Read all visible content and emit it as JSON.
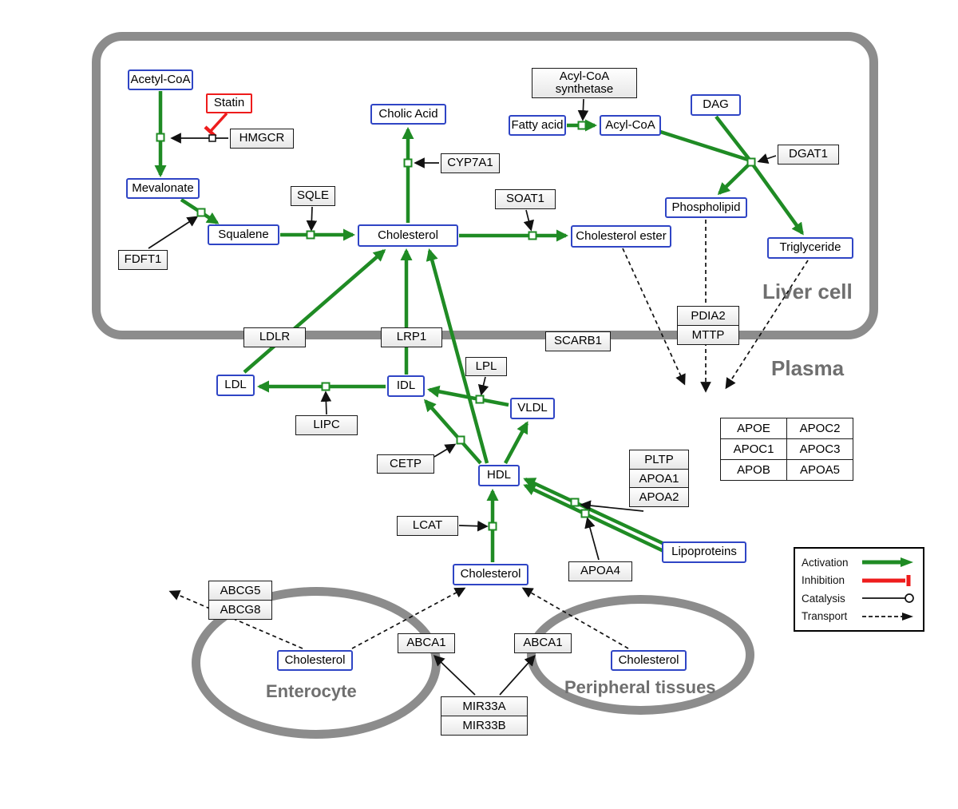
{
  "regions": {
    "liver": "Liver cell",
    "plasma": "Plasma",
    "enterocyte": "Enterocyte",
    "peripheral": "Peripheral tissues"
  },
  "metabolites": {
    "acetyl_coa": "Acetyl-CoA",
    "mevalonate": "Mevalonate",
    "squalene": "Squalene",
    "cholesterol_liver": "Cholesterol",
    "cholic_acid": "Cholic Acid",
    "cholesterol_ester": "Cholesterol ester",
    "fatty_acid": "Fatty acid",
    "acyl_coa": "Acyl-CoA",
    "dag": "DAG",
    "phospholipid": "Phospholipid",
    "triglyceride": "Triglyceride",
    "ldl": "LDL",
    "idl": "IDL",
    "vldl": "VLDL",
    "hdl": "HDL",
    "lipoproteins": "Lipoproteins",
    "cholesterol_plasma": "Cholesterol",
    "cholesterol_enterocyte": "Cholesterol",
    "cholesterol_peripheral": "Cholesterol"
  },
  "enzymes": {
    "statin": "Statin",
    "hmgcr": "HMGCR",
    "fdft1": "FDFT1",
    "sqle": "SQLE",
    "cyp7a1": "CYP7A1",
    "soat1": "SOAT1",
    "acyl_coa_synthetase": "Acyl-CoA synthetase",
    "dgat1": "DGAT1",
    "ldlr": "LDLR",
    "lrp1": "LRP1",
    "scarb1": "SCARB1",
    "pdia2": "PDIA2",
    "mttp": "MTTP",
    "lpl": "LPL",
    "lipc": "LIPC",
    "cetp": "CETP",
    "lcat": "LCAT",
    "pltp": "PLTP",
    "apoa1": "APOA1",
    "apoa2": "APOA2",
    "apoa4": "APOA4",
    "abcg5": "ABCG5",
    "abcg8": "ABCG8",
    "abca1_left": "ABCA1",
    "abca1_right": "ABCA1",
    "mir33a": "MIR33A",
    "mir33b": "MIR33B"
  },
  "apo_table": {
    "rows": [
      [
        "APOE",
        "APOC2"
      ],
      [
        "APOC1",
        "APOC3"
      ],
      [
        "APOB",
        "APOA5"
      ]
    ]
  },
  "legend": {
    "activation": "Activation",
    "inhibition": "Inhibition",
    "catalysis": "Catalysis",
    "transport": "Transport"
  },
  "colors": {
    "activation_green": "#1f8b24",
    "inhibition_red": "#ee1c1c",
    "metabolite_border_blue": "#2f45c5",
    "membrane_gray": "#8c8c8c"
  }
}
